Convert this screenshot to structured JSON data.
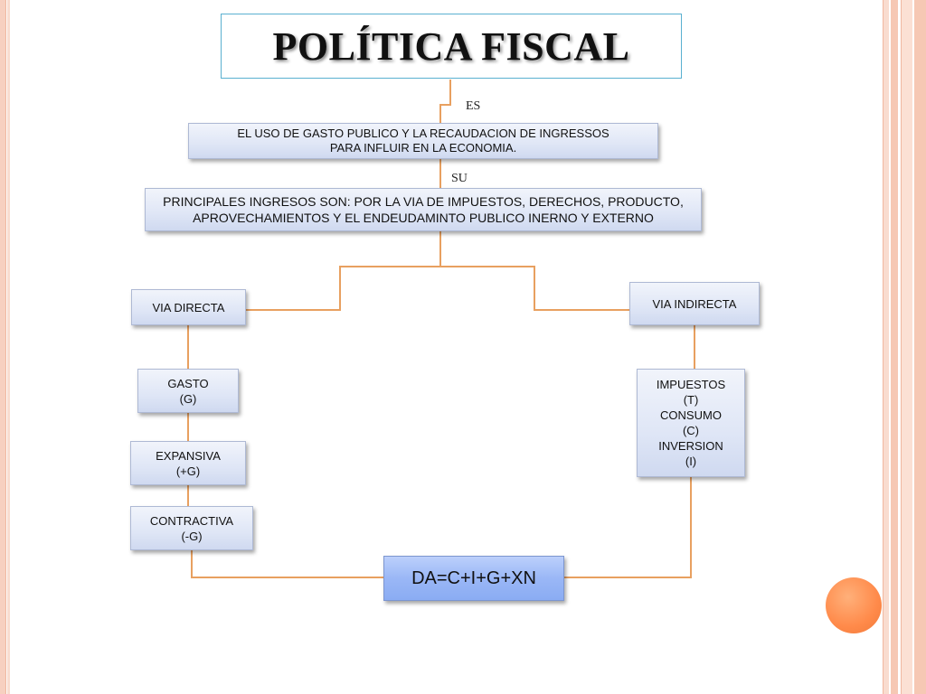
{
  "title": "POLÍTICA FISCAL",
  "connectors": {
    "es": "ES",
    "su": "SU"
  },
  "definition": {
    "line1": "EL USO DE GASTO PUBLICO  Y LA RECAUDACION DE INGRESSOS",
    "line2": "PARA INFLUIR EN LA ECONOMIA."
  },
  "income": {
    "line1": "PRINCIPALES INGRESOS SON: POR LA  VIA DE IMPUESTOS,  DERECHOS, PRODUCTO,",
    "line2": "APROVECHAMIENTOS  Y  EL ENDEUDAMINTO PUBLICO INERNO  Y  EXTERNO"
  },
  "via_directa": "VIA DIRECTA",
  "via_indirecta": "VIA INDIRECTA",
  "gasto": {
    "line1": "GASTO",
    "line2": "(G)"
  },
  "expansiva": {
    "line1": "EXPANSIVA",
    "line2": "(+G)"
  },
  "contractiva": {
    "line1": "CONTRACTIVA",
    "line2": "(-G)"
  },
  "impuestos": {
    "lines": [
      "IMPUESTOS",
      "(T)",
      "CONSUMO",
      "(C)",
      "INVERSION",
      "(I)"
    ]
  },
  "formula": "DA=C+I+G+XN",
  "colors": {
    "connector": "#e8a060",
    "stripe_outer": "#f6c8b4",
    "stripe_inner": "#fbe0d4",
    "title_border": "#5ab0d0",
    "node_fill": "#dfe6f6",
    "formula_fill": "#9ab7f6",
    "accent_circle": "#ff8a4a"
  }
}
